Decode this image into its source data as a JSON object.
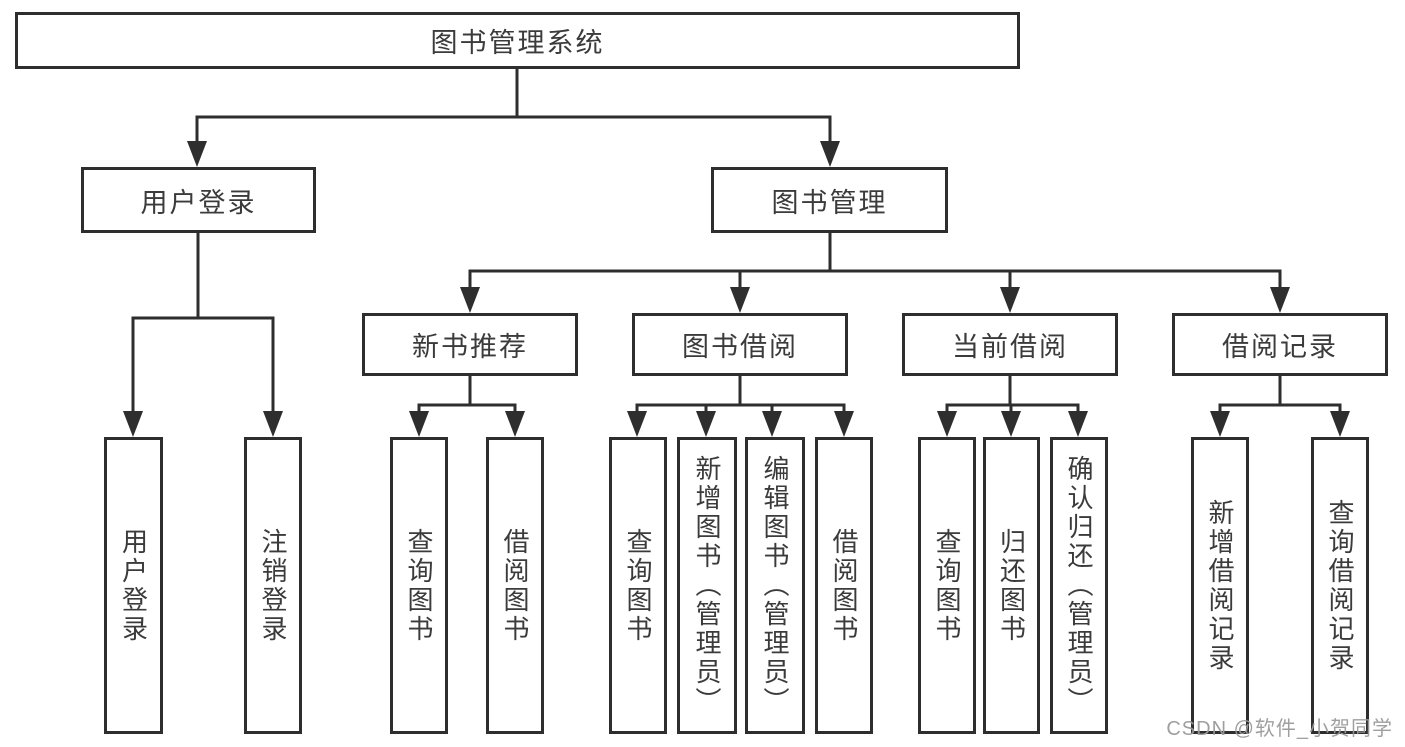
{
  "tree": {
    "label": "图书管理系统",
    "children": [
      {
        "label": "用户登录",
        "children": [
          {
            "label": "用户登录"
          },
          {
            "label": "注销登录"
          }
        ]
      },
      {
        "label": "图书管理",
        "children": [
          {
            "label": "新书推荐",
            "children": [
              {
                "label": "查询图书"
              },
              {
                "label": "借阅图书"
              }
            ]
          },
          {
            "label": "图书借阅",
            "children": [
              {
                "label": "查询图书"
              },
              {
                "label": "新增图书（管理员）"
              },
              {
                "label": "编辑图书（管理员）"
              },
              {
                "label": "借阅图书"
              }
            ]
          },
          {
            "label": "当前借阅",
            "children": [
              {
                "label": "查询图书"
              },
              {
                "label": "归还图书"
              },
              {
                "label": "确认归还（管理员）"
              }
            ]
          },
          {
            "label": "借阅记录",
            "children": [
              {
                "label": "新增借阅记录"
              },
              {
                "label": "查询借阅记录"
              }
            ]
          }
        ]
      }
    ]
  },
  "watermark": {
    "text": "CSDN @软件_小贺同学"
  },
  "colors": {
    "line": "#2e2e2e",
    "text": "#3b3b3b",
    "background": "#ffffff",
    "watermark": "#9a9a9a"
  }
}
